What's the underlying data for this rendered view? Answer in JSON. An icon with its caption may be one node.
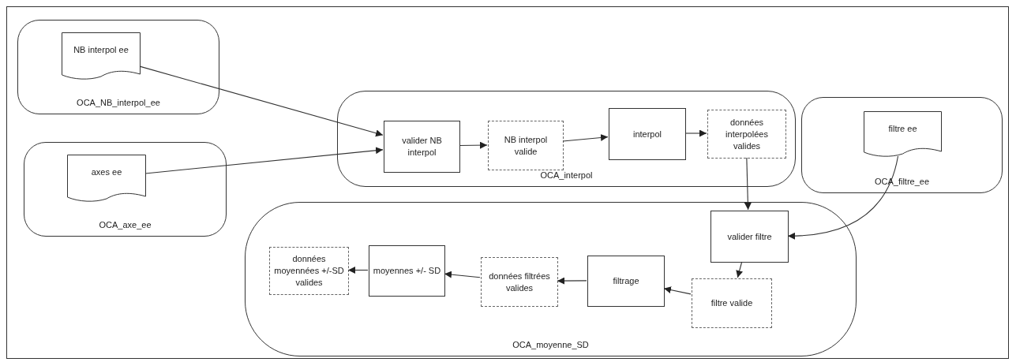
{
  "diagram": {
    "nodes": [
      {
        "text": [
          "OCA_NB_interpol_ee"
        ]
      },
      {
        "text": [
          "NB interpol ee"
        ],
        "in": 0
      },
      {
        "text": [
          "OCA_axe_ee"
        ]
      },
      {
        "text": [
          "axes ee"
        ],
        "in": 2
      },
      {
        "text": [
          "OCA_interpol"
        ]
      },
      {
        "text": [
          "valider NB interpol"
        ],
        "in": 4
      },
      {
        "text": [
          "NB interpol valide"
        ],
        "in": 4
      },
      {
        "text": [
          "interpol"
        ],
        "in": 4
      },
      {
        "text": [
          "données interpolées valides"
        ],
        "in": 4
      },
      {
        "text": [
          "OCA_filtre_ee"
        ]
      },
      {
        "text": [
          "filtre ee"
        ],
        "in": 9
      },
      {
        "text": [
          "OCA_moyenne_SD"
        ]
      },
      {
        "text": [
          "valider filtre"
        ],
        "in": 11
      },
      {
        "text": [
          "filtre valide"
        ],
        "in": 11
      },
      {
        "text": [
          "filtrage"
        ],
        "in": 11
      },
      {
        "text": [
          "données filtrées valides"
        ],
        "in": 11
      },
      {
        "text": [
          "moyennes +/- SD"
        ],
        "in": 11
      },
      {
        "text": [
          "données moyennées +/-SD valides"
        ],
        "in": 11
      }
    ],
    "edges": [
      {
        "from": 1,
        "to": 5,
        "arrow": "to"
      },
      {
        "from": 3,
        "to": 5,
        "arrow": "to"
      },
      {
        "from": 5,
        "to": 6,
        "arrow": "to"
      },
      {
        "from": 6,
        "to": 7,
        "arrow": "to"
      },
      {
        "from": 7,
        "to": 8,
        "arrow": "to"
      },
      {
        "from": 8,
        "to": 12,
        "arrow": "to"
      },
      {
        "from": 10,
        "to": 12,
        "arrow": "to"
      },
      {
        "from": 12,
        "to": 13,
        "arrow": "to"
      },
      {
        "from": 13,
        "to": 14,
        "arrow": "to"
      },
      {
        "from": 14,
        "to": 15,
        "arrow": "to"
      },
      {
        "from": 15,
        "to": 16,
        "arrow": "to"
      },
      {
        "from": 16,
        "to": 17,
        "arrow": "to"
      }
    ]
  }
}
